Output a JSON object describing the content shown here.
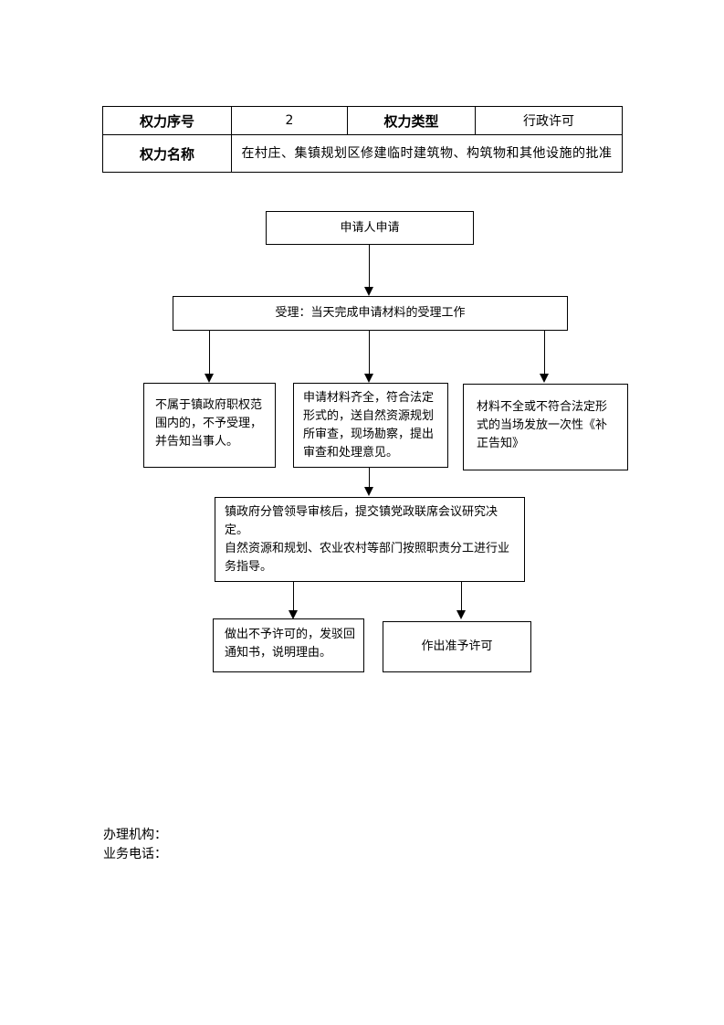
{
  "table": {
    "row1": {
      "label1": "权力序号",
      "value1": "2",
      "label2": "权力类型",
      "value2": "行政许可"
    },
    "row2": {
      "label": "权力名称",
      "value": "在村庄、集镇规划区修建临时建筑物、构筑物和其他设施的批准"
    }
  },
  "flow": {
    "apply": "申请人申请",
    "accept": "受理：当天完成申请材料的受理工作",
    "reject": "不属于镇政府职权范围内的，不予受理，并告知当事人。",
    "review": "申请材料齐全，符合法定形式的，送自然资源规划所审查，现场勘察，提出审查和处理意见。",
    "supplement": "材料不全或不符合法定形式的当场发放一次性《补正告知》",
    "decision_line1": "镇政府分管领导审核后，提交镇党政联席会议研究决定。",
    "decision_line2": "自然资源和规划、农业农村等部门按照职责分工进行业务指导。",
    "deny": "做出不予许可的，发驳回通知书，说明理由。",
    "grant": "作出准予许可"
  },
  "footer": {
    "agency": "办理机构：",
    "phone": "业务电话："
  }
}
